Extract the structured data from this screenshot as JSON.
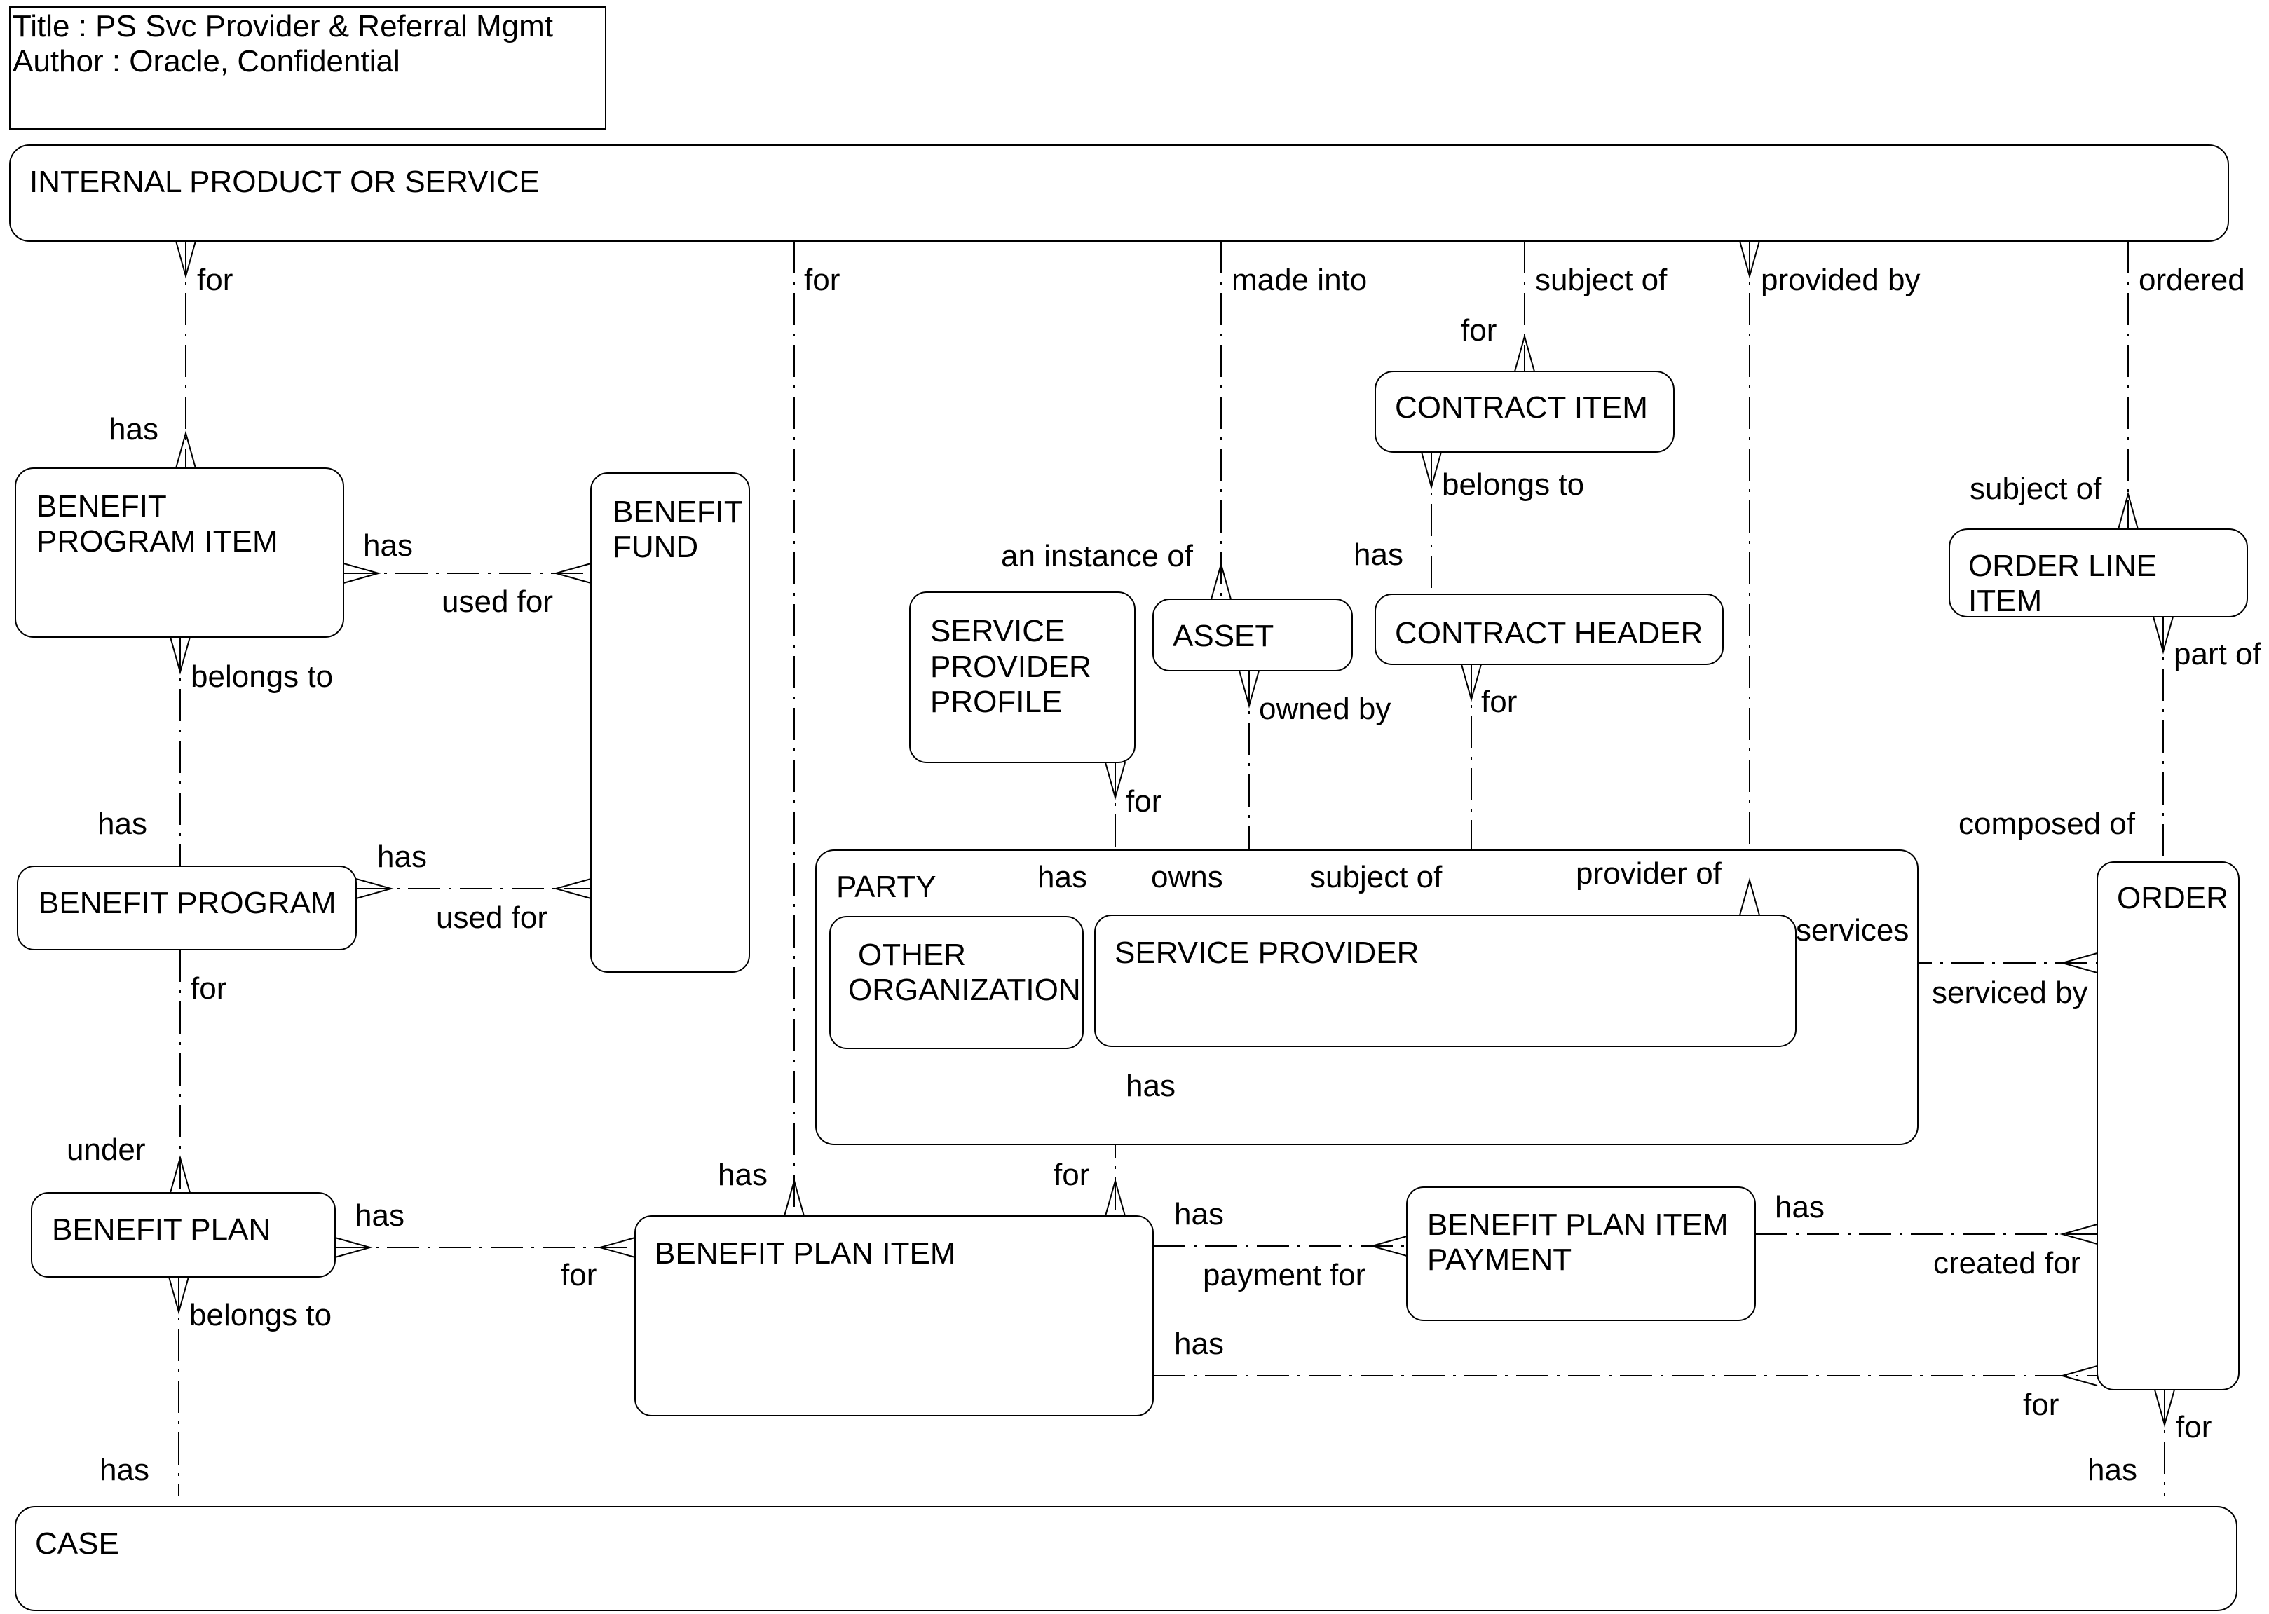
{
  "header": {
    "title_line": "Title : PS Svc Provider & Referral Mgmt",
    "author_line": "Author : Oracle, Confidential"
  },
  "entities": {
    "internal_product": "INTERNAL PRODUCT OR SERVICE",
    "benefit_program_item": [
      "BENEFIT",
      "PROGRAM ITEM"
    ],
    "benefit_fund": [
      "BENEFIT",
      "FUND"
    ],
    "benefit_program": "BENEFIT PROGRAM",
    "benefit_plan": "BENEFIT PLAN",
    "benefit_plan_item": "BENEFIT PLAN ITEM",
    "benefit_plan_item_payment": [
      "BENEFIT PLAN ITEM",
      "PAYMENT"
    ],
    "contract_item": "CONTRACT ITEM",
    "contract_header": "CONTRACT HEADER",
    "asset": "ASSET",
    "service_provider_profile": [
      "SERVICE",
      "PROVIDER",
      "PROFILE"
    ],
    "party": "PARTY",
    "other_organization": [
      "OTHER",
      "ORGANIZATION"
    ],
    "service_provider": "SERVICE PROVIDER",
    "order_line_item": [
      "ORDER LINE",
      "ITEM"
    ],
    "order": "ORDER",
    "case": "CASE"
  },
  "relationships": {
    "ips_bpi_for": "for",
    "ips_bpi_has": "has",
    "ips_bpli_for": "for",
    "ips_asset_made_into": "made into",
    "ips_ci_subject_of": "subject of",
    "ips_ci_for": "for",
    "ips_sp_provided_by": "provided by",
    "ips_oli_ordered": "ordered",
    "bpi_fund_has": "has",
    "bpi_fund_used_for": "used for",
    "bpi_bp_belongs_to": "belongs to",
    "bpi_bp_has": "has",
    "bp_fund_has": "has",
    "bp_fund_used_for": "used for",
    "bp_plan_for": "for",
    "bp_plan_under": "under",
    "asset_instance_of": "an instance of",
    "ci_ch_belongs_to": "belongs to",
    "ci_ch_has": "has",
    "oli_subject_of": "subject of",
    "oli_order_part_of": "part of",
    "order_oli_composed_of": "composed of",
    "spp_for": "for",
    "spp_has": "has",
    "asset_owned_by": "owned by",
    "sp_owns": "owns",
    "ch_for": "for",
    "sp_subject_of": "subject of",
    "sp_provider_of": "provider of",
    "sp_services": "services",
    "order_serviced_by": "serviced by",
    "sp_bpli_has": "has",
    "sp_bpli_for": "for",
    "bplan_bpli_has": "has",
    "bplan_bpli_for": "for",
    "bpli_has_top": "has",
    "bpli_pay_has": "has",
    "bpli_payment_for": "payment for",
    "pay_order_has": "has",
    "order_created_for": "created for",
    "bpli_order_has": "has",
    "order_bpli_for": "for",
    "bplan_case_belongs_to": "belongs to",
    "bplan_case_has": "has",
    "order_case_for": "for",
    "case_order_has": "has"
  }
}
